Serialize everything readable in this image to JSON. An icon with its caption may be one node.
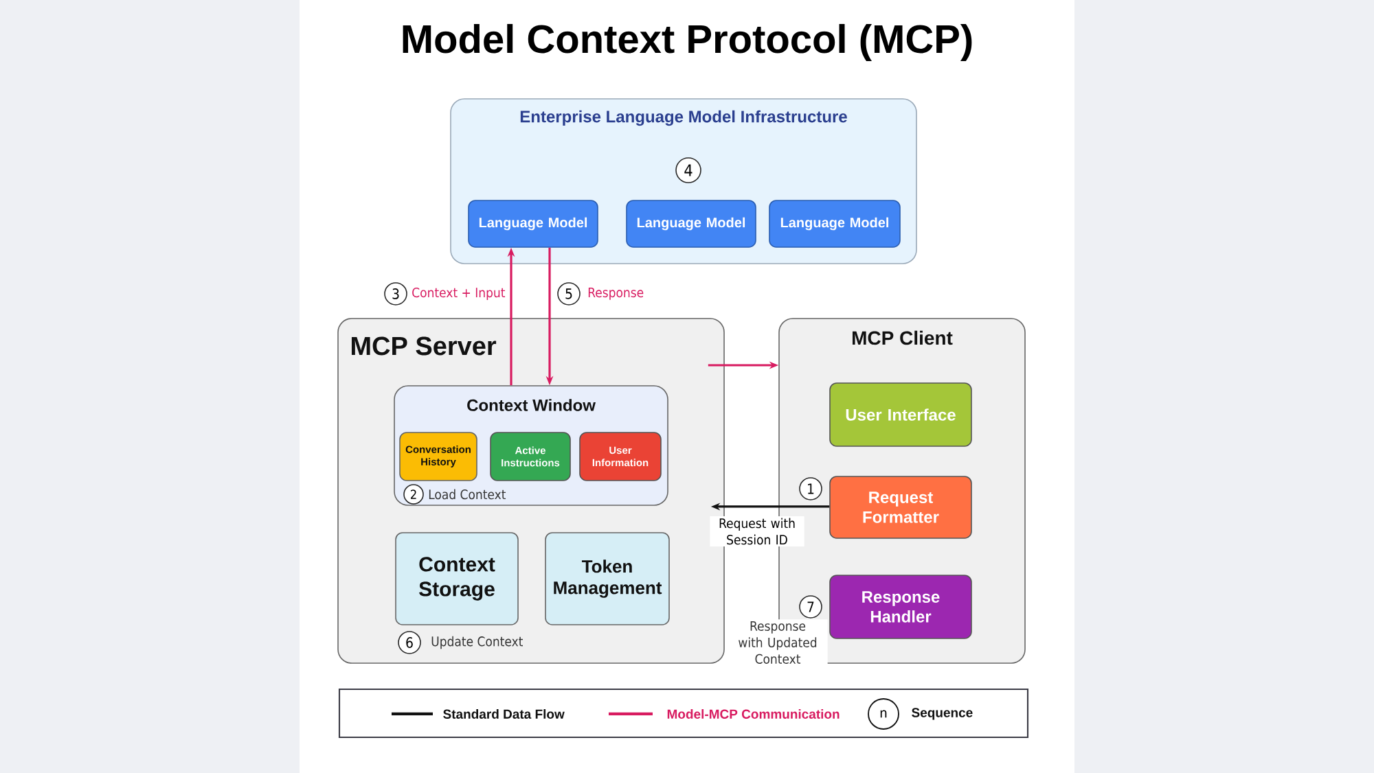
{
  "diagram": {
    "title": "Model Context Protocol (MCP)",
    "nodes": [
      {
        "text": [
          "Enterprise Language Model Infrastructure"
        ]
      },
      {
        "text": [
          "Language Model"
        ],
        "in": 0
      },
      {
        "text": [
          "Language Model"
        ],
        "in": 0
      },
      {
        "text": [
          "Language Model"
        ],
        "in": 0
      },
      {
        "text": [
          "4"
        ],
        "in": 0
      },
      {
        "text": [
          "3"
        ],
        "beside": [
          "Context + Input"
        ]
      },
      {
        "text": [
          "5"
        ],
        "beside": [
          "Response"
        ]
      },
      {
        "text": [
          "MCP Server"
        ]
      },
      {
        "text": [
          "Context Window"
        ],
        "in": 7
      },
      {
        "text": [
          "Conversation History"
        ],
        "in": 8
      },
      {
        "text": [
          "Active Instructions"
        ],
        "in": 8
      },
      {
        "text": [
          "User Information"
        ],
        "in": 8
      },
      {
        "text": [
          "2"
        ],
        "in": 8,
        "beside": [
          "Load Context"
        ]
      },
      {
        "text": [
          "Context Storage"
        ],
        "in": 7
      },
      {
        "text": [
          "Token Management"
        ],
        "in": 7
      },
      {
        "text": [
          "6"
        ],
        "in": 7,
        "beside": [
          "Update Context"
        ]
      },
      {
        "text": [
          "MCP Client"
        ]
      },
      {
        "text": [
          "User Interface"
        ],
        "in": 16
      },
      {
        "text": [
          "1"
        ],
        "in": 16
      },
      {
        "text": [
          "Request Formatter"
        ],
        "in": 16
      },
      {
        "text": [
          "7"
        ],
        "in": 16,
        "beside": [
          "Response with Updated Context"
        ]
      },
      {
        "text": [
          "Response Handler"
        ],
        "in": 16
      }
    ],
    "edges": [
      {
        "from": 8,
        "to": 1,
        "arrow": "to"
      },
      {
        "from": 1,
        "to": 8,
        "arrow": "to"
      },
      {
        "from": 7,
        "to": 16,
        "arrow": "to"
      },
      {
        "from": 19,
        "to": 7,
        "arrow": "to",
        "label": "Request with Session ID",
        "color": "#111111"
      }
    ],
    "labels": [
      "n"
    ],
    "legend": [
      {
        "text": "Standard Data Flow"
      },
      {
        "text": "Model-MCP Communication"
      },
      {
        "text": "Sequence"
      }
    ]
  }
}
